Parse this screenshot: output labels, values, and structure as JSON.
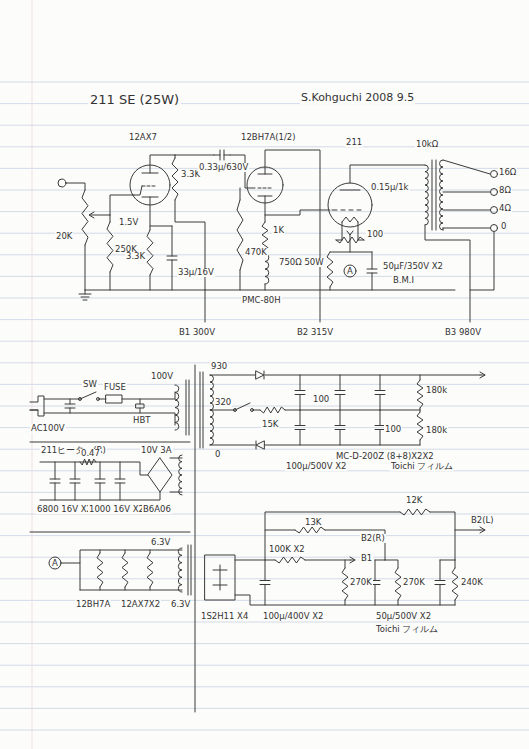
{
  "diagram": {
    "title": "211 SE (25W)",
    "labels": [
      "S.Kohguchi 2008 9.5",
      "12AX7",
      "12BH7A(1/2)",
      "211",
      "10kΩ",
      "16Ω",
      "8Ω",
      "4Ω",
      "0",
      "20K",
      "250K",
      "3.3K",
      "1.5V",
      "3.3K",
      "33μ/16V",
      "0.33μ/630V",
      "470K",
      "1K",
      "PMC-80H",
      "0.15μ/1k",
      "750Ω 50W",
      "100",
      "A",
      "50μF/350V X2",
      "B.M.I",
      "B1 300V",
      "B2 315V",
      "B3 980V",
      "SW",
      "100V",
      "AC100V",
      "FUSE",
      "HBT",
      "211ヒーター(R)",
      "10V 3A",
      "0.47",
      "6800 16V X2",
      "1000 16V X2",
      "B6A06",
      "930",
      "320",
      "0",
      "100",
      "100",
      "180k",
      "180k",
      "15K",
      "100μ/500V X2",
      "MC-D-200Z (8+8)X2X2",
      "Toichi フィルム",
      "12K",
      "13K",
      "100K X2",
      "B1",
      "B2(R)",
      "B2(L)",
      "270K",
      "270K",
      "240K",
      "1S2H11 X4",
      "100μ/400V X2",
      "50μ/500V X2",
      "Toichi フィルム",
      "A",
      "12BH7A",
      "12AX7X2",
      "6.3V",
      "6.3V"
    ]
  }
}
